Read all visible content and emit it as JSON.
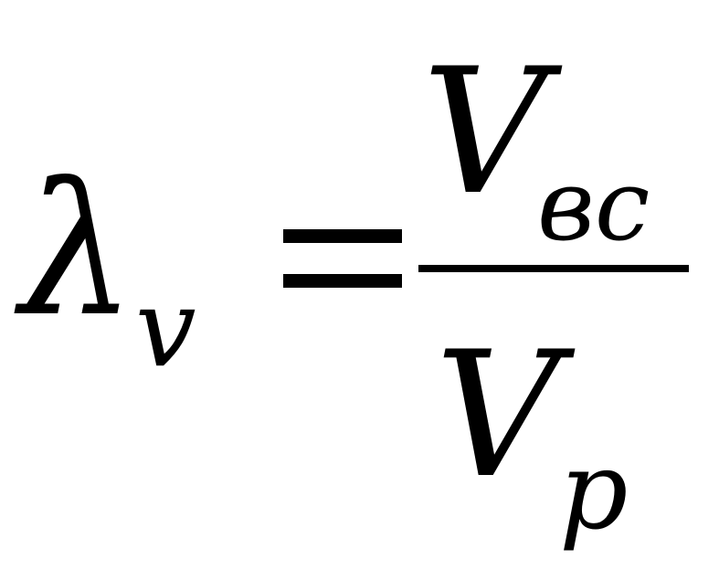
{
  "formula": {
    "lhs_symbol": "λ",
    "lhs_subscript": "v",
    "numerator_symbol": "V",
    "numerator_subscript": "вс",
    "denominator_symbol": "V",
    "denominator_subscript": "p"
  }
}
